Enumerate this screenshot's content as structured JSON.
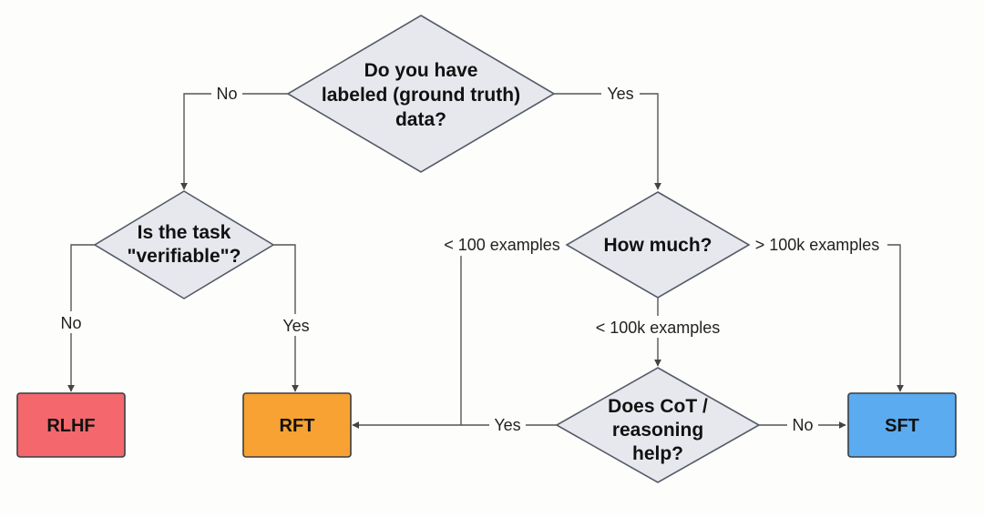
{
  "nodes": {
    "q_labeled": {
      "lines": [
        "Do you have",
        "labeled (ground truth)",
        "data?"
      ]
    },
    "q_verifiable": {
      "lines": [
        "Is the task",
        "\"verifiable\"?"
      ]
    },
    "q_how_much": {
      "lines": [
        "How much?"
      ]
    },
    "q_cot": {
      "lines": [
        "Does CoT /",
        "reasoning",
        "help?"
      ]
    },
    "rlhf": {
      "label": "RLHF",
      "color": "#f4676c"
    },
    "rft": {
      "label": "RFT",
      "color": "#f7a232"
    },
    "sft": {
      "label": "SFT",
      "color": "#5aabf0"
    }
  },
  "edges": {
    "labeled_no": "No",
    "labeled_yes": "Yes",
    "verifiable_no": "No",
    "verifiable_yes": "Yes",
    "lt100": "< 100 examples",
    "gt100k": "> 100k examples",
    "lt100k": "< 100k examples",
    "cot_yes": "Yes",
    "cot_no": "No"
  }
}
